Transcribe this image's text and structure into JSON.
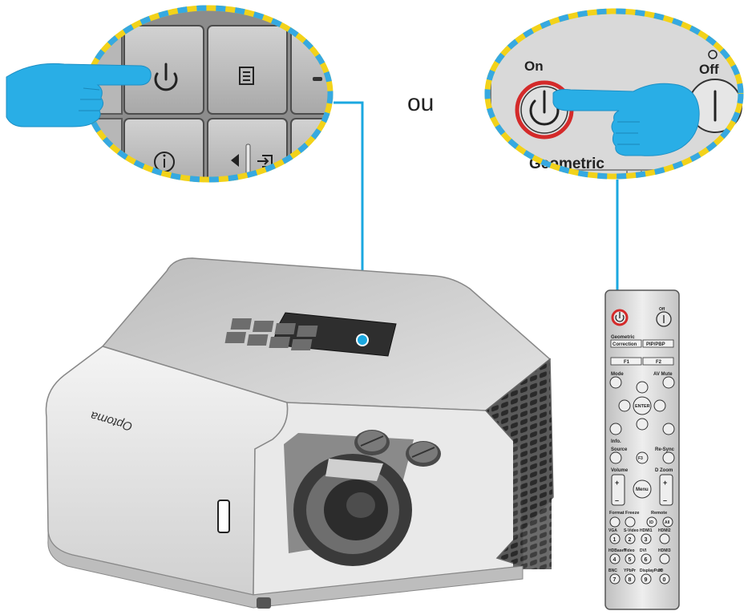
{
  "separator_word": "ou",
  "projector": {
    "brand": "Optoma"
  },
  "left_zoom": {
    "buttons": [
      "power-icon",
      "menu-icon",
      "info-icon",
      "left-arrow-icon",
      "source-icon"
    ]
  },
  "right_zoom": {
    "on_label": "On",
    "off_label": "Off",
    "geometric_label": "Geometric"
  },
  "remote": {
    "geometric": "Geometric",
    "correction": "Correction",
    "pip_pbp": "PIP/PBP",
    "f1": "F1",
    "f2": "F2",
    "mode": "Mode",
    "av_mute": "AV Mute",
    "enter": "ENTER",
    "info": "Info.",
    "source": "Source",
    "re_sync": "Re-Sync",
    "f3": "F3",
    "volume": "Volume",
    "d_zoom": "D Zoom",
    "menu": "Menu",
    "plus": "+",
    "minus": "–",
    "format": "Format",
    "freeze": "Freeze",
    "remote_label": "Remote",
    "id": "ID",
    "all": "All",
    "row1": [
      "VGA",
      "S-Video",
      "HDMI1",
      "HDMI2"
    ],
    "row2": [
      "HDBaseT",
      "Video",
      "DVI",
      "HDMI3"
    ],
    "row3": [
      "BNC",
      "YPbPr",
      "DisplayPort",
      "3D"
    ],
    "nums1": [
      "1",
      "2",
      "3",
      ""
    ],
    "nums2": [
      "4",
      "5",
      "6",
      ""
    ],
    "nums3": [
      "7",
      "8",
      "9",
      "0"
    ]
  },
  "colors": {
    "hand": "#29aee6",
    "leader_line": "#1ba8e0",
    "zoom_border_yellow": "#f2d21a",
    "zoom_border_blue": "#36a9e1",
    "power_red": "#d42a2a"
  }
}
